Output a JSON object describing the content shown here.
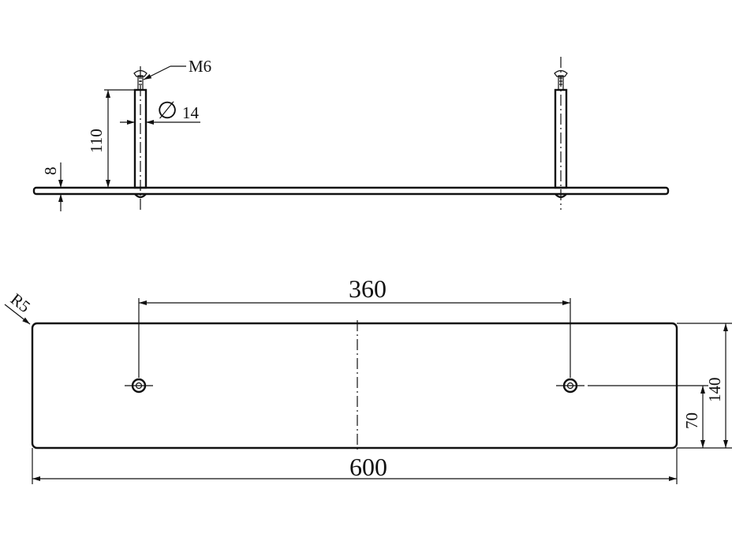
{
  "side_view": {
    "thread_label": "M6",
    "diameter_symbol": "∅",
    "diameter_value": "14",
    "pin_height": "110",
    "plate_thickness": "8"
  },
  "top_view": {
    "corner_radius": "R5",
    "hole_spacing": "360",
    "overall_length": "600",
    "hole_offset": "70",
    "overall_width": "140"
  }
}
